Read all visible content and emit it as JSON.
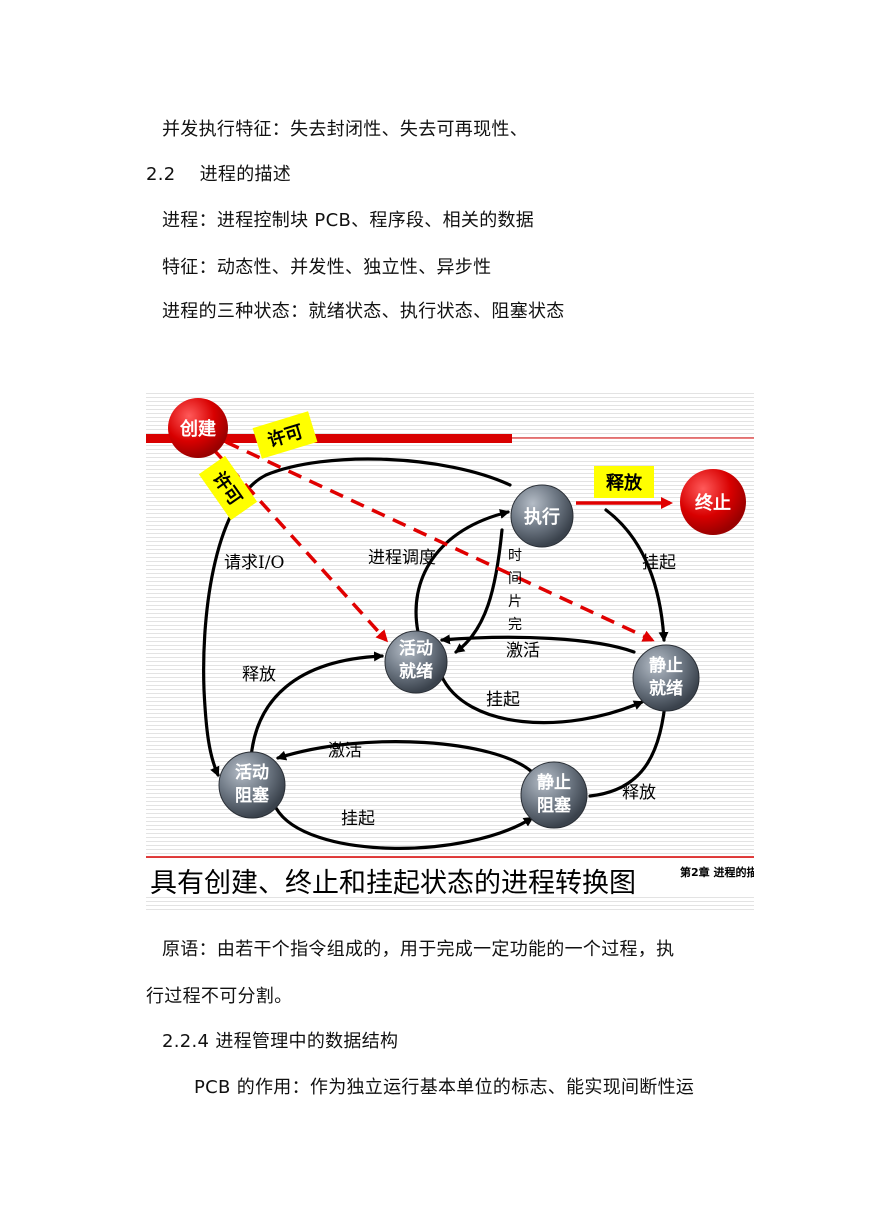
{
  "paragraphs": {
    "p1": "并发执行特征：失去封闭性、失去可再现性、",
    "p2": "2.2    进程的描述",
    "p3": "进程：进程控制块 PCB、程序段、相关的数据",
    "p4": "特征：动态性、并发性、独立性、异步性",
    "p5": "进程的三种状态：就绪状态、执行状态、阻塞状态",
    "p6": "原语：由若干个指令组成的，用于完成一定功能的一个过程，执",
    "p7": "行过程不可分割。",
    "p8": "2.2.4 进程管理中的数据结构",
    "p9": "PCB 的作用：作为独立运行基本单位的标志、能实现间断性运"
  },
  "diagram": {
    "nodes": {
      "create": "创建",
      "terminate": "终止",
      "running": "执行",
      "active_ready": [
        "活动",
        "就绪"
      ],
      "static_ready": [
        "静止",
        "就绪"
      ],
      "active_blocked": [
        "活动",
        "阻塞"
      ],
      "static_blocked": [
        "静止",
        "阻塞"
      ]
    },
    "tags": {
      "permit1": "许可",
      "permit2": "许可",
      "release_top": "释放"
    },
    "edge_labels": {
      "request_io": "请求I/O",
      "dispatch": "进程调度",
      "timeslice": [
        "时",
        "间",
        "片",
        "完"
      ],
      "activate_1": "激活",
      "suspend_right": "挂起",
      "release_left": "释放",
      "suspend_mid": "挂起",
      "activate_2": "激活",
      "release_right": "释放",
      "suspend_bottom": "挂起"
    },
    "caption": "具有创建、终止和挂起状态的进程转换图",
    "chapter": "第2章  进程的描"
  }
}
